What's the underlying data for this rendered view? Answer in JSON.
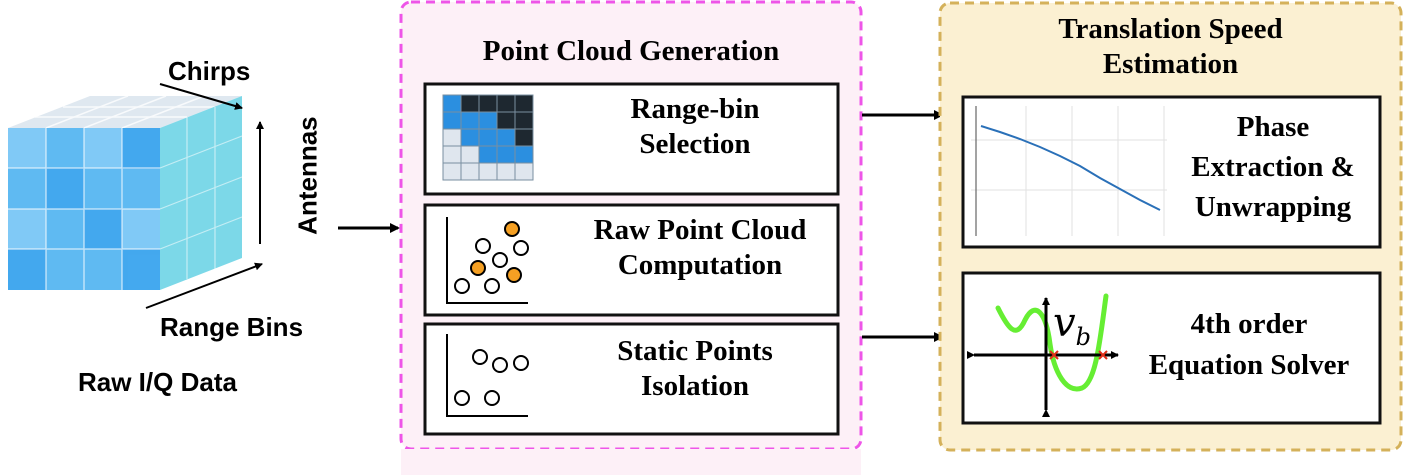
{
  "input": {
    "chirps_label": "Chirps",
    "antennas_label": "Antennas",
    "range_bins_label": "Range Bins",
    "caption": "Raw I/Q Data"
  },
  "point_cloud": {
    "title": "Point Cloud Generation",
    "steps": [
      {
        "line1": "Range-bin",
        "line2": "Selection"
      },
      {
        "line1": "Raw Point Cloud",
        "line2": "Computation"
      },
      {
        "line1": "Static Points",
        "line2": "Isolation"
      }
    ]
  },
  "speed": {
    "title_line1": "Translation Speed",
    "title_line2": "Estimation",
    "steps": [
      {
        "line1": "Phase",
        "line2": "Extraction &",
        "line3": "Unwrapping"
      },
      {
        "line1": "4th order",
        "line2": "Equation Solver"
      }
    ],
    "solver_symbol": "v",
    "solver_subscript": "b"
  },
  "colors": {
    "point_cloud_border": "#ee55e8",
    "point_cloud_fill": "#fdf0f7",
    "speed_border": "#d4b15a",
    "speed_fill": "#fbf0d2",
    "cube_blue": "#40aaf0",
    "orange_point": "#f5a023",
    "curve_green": "#66ee33",
    "phase_line": "#2a70b8"
  }
}
